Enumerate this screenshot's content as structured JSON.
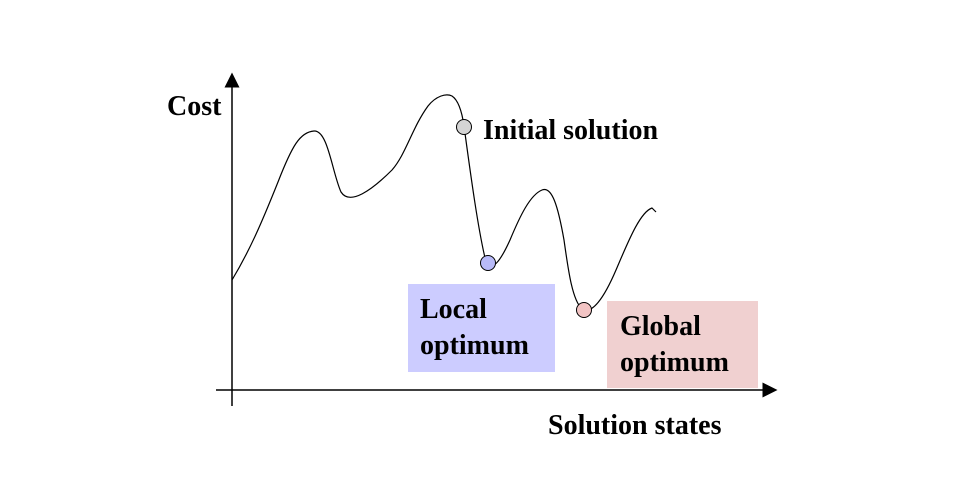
{
  "axes": {
    "y_label": "Cost",
    "x_label": "Solution states"
  },
  "points": {
    "initial": {
      "label": "Initial solution",
      "color": "#d4d4d4"
    },
    "local": {
      "label_lines": [
        "Local",
        "optimum"
      ],
      "color": "#b8baf8",
      "box_color": "#ccccff"
    },
    "global": {
      "label_lines": [
        "Global",
        "optimum"
      ],
      "color": "#f2c4c4",
      "box_color": "#f0d0d0"
    }
  }
}
